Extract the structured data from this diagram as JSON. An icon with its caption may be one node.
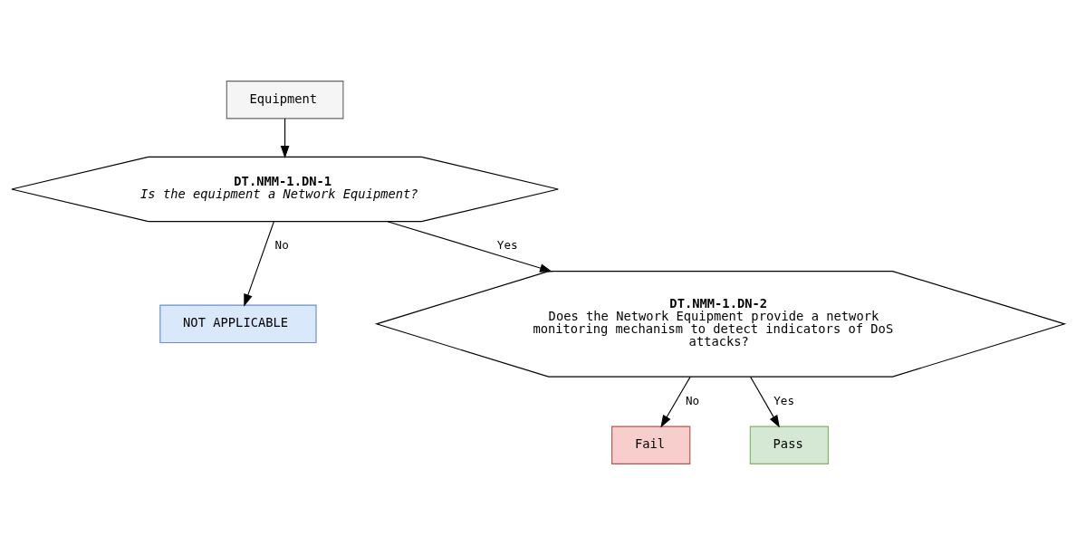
{
  "diagram": {
    "nodes": [
      {
        "text": [
          "Equipment"
        ]
      },
      {
        "text": [
          "DT.NMM-1.DN-1",
          "Is the equipment a Network Equipment?"
        ]
      },
      {
        "text": [
          "NOT APPLICABLE"
        ]
      },
      {
        "text": [
          "DT.NMM-1.DN-2",
          "Does the Network Equipment provide a network monitoring mechanism to detect indicators of DoS attacks?"
        ]
      },
      {
        "text": [
          "Fail"
        ]
      },
      {
        "text": [
          "Pass"
        ]
      }
    ],
    "edges": [
      {
        "from": 0,
        "to": 1,
        "arrow": "to"
      },
      {
        "from": 1,
        "to": 3,
        "arrow": "to",
        "label": "Yes"
      },
      {
        "from": 1,
        "to": 2,
        "arrow": "to",
        "label": "No"
      },
      {
        "from": 3,
        "to": 4,
        "arrow": "to",
        "label": "No"
      },
      {
        "from": 3,
        "to": 5,
        "arrow": "to",
        "label": "Yes"
      }
    ]
  }
}
